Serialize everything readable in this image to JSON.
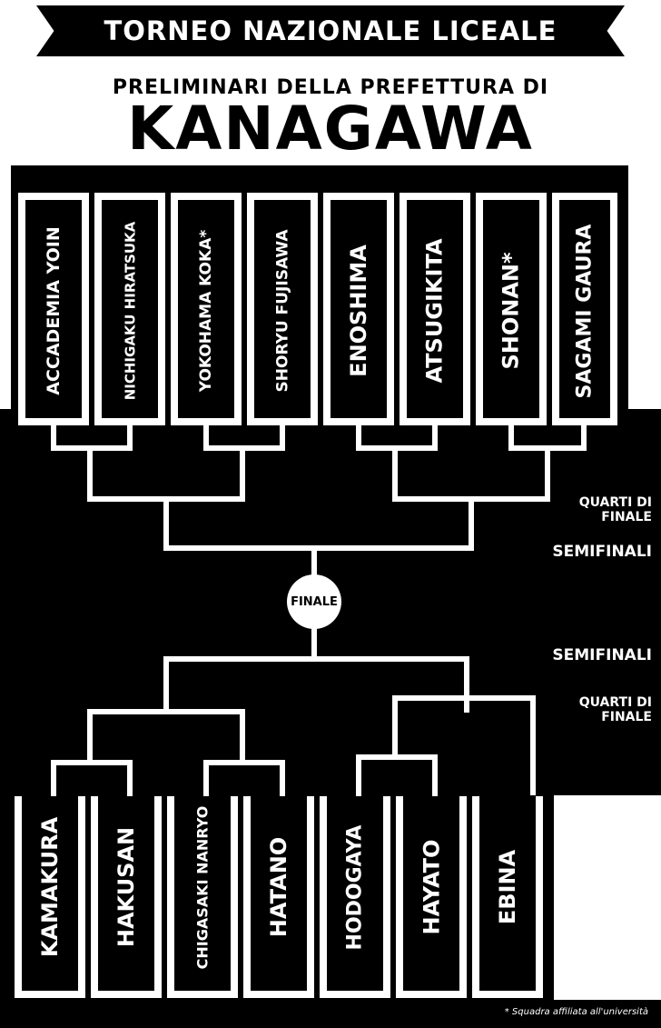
{
  "header": {
    "banner": "TORNEO NAZIONALE LICEALE",
    "subtitle": "PRELIMINARI DELLA PREFETTURA DI",
    "title": "KANAGAWA"
  },
  "top_teams": [
    "ACCADEMIA YOIN",
    "NICHIGAKU HIRATSUKA",
    "YOKOHAMA KOKA*",
    "SHORYU FUJISAWA",
    "ENOSHIMA",
    "ATSUGIKITA",
    "SHONAN*",
    "SAGAMI GAURA"
  ],
  "bottom_teams": [
    "KAMAKURA",
    "HAKUSAN",
    "CHIGASAKI NANRYO",
    "HATANO",
    "HODOGAYA",
    "HAYATO",
    "EBINA"
  ],
  "stages": {
    "quarter_top_1": "QUARTI DI",
    "quarter_top_2": "FINALE",
    "semi_top": "SEMIFINALI",
    "final": "FINALE",
    "semi_bottom": "SEMIFINALI",
    "quarter_bottom_1": "QUARTI DI",
    "quarter_bottom_2": "FINALE"
  },
  "footnote": "* Squadra affiliata all'università"
}
